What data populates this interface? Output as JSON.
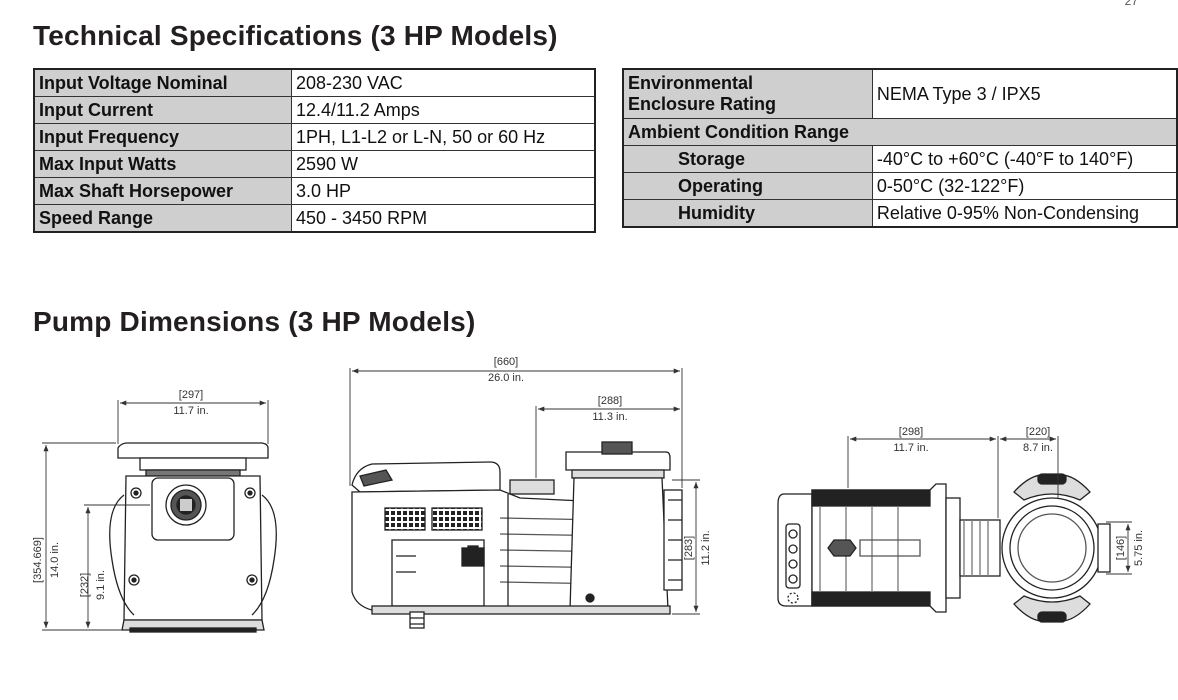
{
  "headings": {
    "technical": "Technical Specifications (3 HP Models)",
    "dimensions": "Pump Dimensions (3 HP Models)"
  },
  "page_corner": "27",
  "electrical_specs": [
    {
      "label": "Input Voltage Nominal",
      "value": "208-230 VAC"
    },
    {
      "label": "Input Current",
      "value": "12.4/11.2 Amps"
    },
    {
      "label": "Input Frequency",
      "value": "1PH, L1-L2 or L-N, 50 or 60 Hz"
    },
    {
      "label": "Max Input Watts",
      "value": "2590 W"
    },
    {
      "label": "Max Shaft Horsepower",
      "value": "3.0 HP"
    },
    {
      "label": "Speed Range",
      "value": "450 - 3450 RPM"
    }
  ],
  "environmental_specs": {
    "enclosure_label": "Environmental\nEnclosure Rating",
    "enclosure_value": "NEMA Type 3 / IPX5",
    "ambient_label": "Ambient Condition Range",
    "rows": [
      {
        "label": "Storage",
        "value": "-40°C to +60°C (-40°F to 140°F)"
      },
      {
        "label": "Operating",
        "value": "0-50°C (32-122°F)"
      },
      {
        "label": "Humidity",
        "value": "Relative 0-95% Non-Condensing"
      }
    ]
  },
  "dimensions": {
    "front": {
      "width_mm": "[297]",
      "width_in": "11.7 in.",
      "height_mm": "[354.669]",
      "height_in": "14.0 in.",
      "center_mm": "[232]",
      "center_in": "9.1 in."
    },
    "side": {
      "length_mm": "[660]",
      "length_in": "26.0 in.",
      "basket_mm": "[288]",
      "basket_in": "11.3 in.",
      "height_mm": "[283]",
      "height_in": "11.2 in."
    },
    "top": {
      "motor_mm": "[298]",
      "motor_in": "11.7 in.",
      "port_mm": "[220]",
      "port_in": "8.7 in.",
      "width_mm": "[146]",
      "width_in": "5.75 in."
    }
  }
}
